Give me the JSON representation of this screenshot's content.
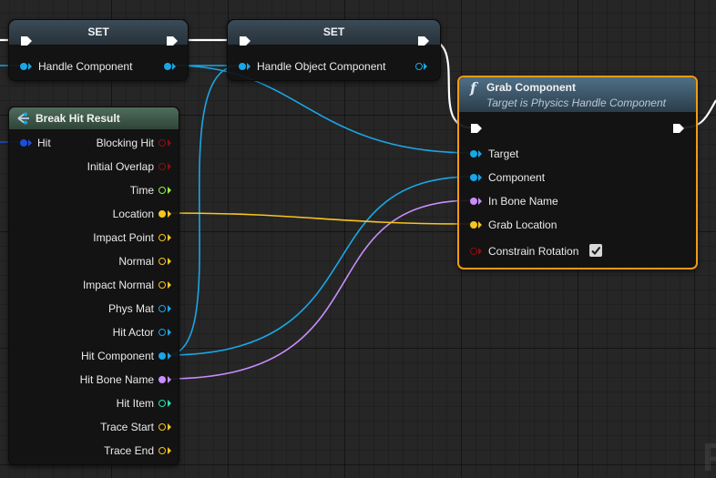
{
  "set_node_1": {
    "title": "SET",
    "pin_label": "Handle Component"
  },
  "set_node_2": {
    "title": "SET",
    "pin_label": "Handle Object Component"
  },
  "break_hit": {
    "title": "Break Hit Result",
    "input": "Hit",
    "outputs": [
      "Blocking Hit",
      "Initial Overlap",
      "Time",
      "Location",
      "Impact Point",
      "Normal",
      "Impact Normal",
      "Phys Mat",
      "Hit Actor",
      "Hit Component",
      "Hit Bone Name",
      "Hit Item",
      "Trace Start",
      "Trace End"
    ]
  },
  "grab_component": {
    "title": "Grab Component",
    "subtitle": "Target is Physics Handle Component",
    "function_glyph": "f",
    "inputs": [
      "Target",
      "Component",
      "In Bone Name",
      "Grab Location",
      "Constrain Rotation"
    ],
    "constrain_rotation_checked": true
  },
  "colors": {
    "object": "#1aa6e6",
    "bool": "#8a0e0e",
    "float": "#8ff04b",
    "vector": "#f7c41f",
    "name": "#c98dfc",
    "struct": "#1b4fd6",
    "int": "#1fe3af",
    "selection": "#f29b14"
  }
}
